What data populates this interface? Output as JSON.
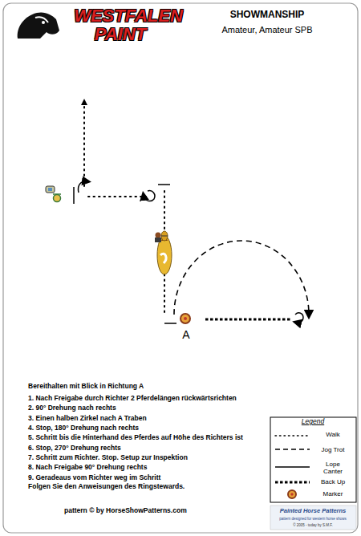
{
  "diagram": {
    "title": "SHOWMANSHIP",
    "labels": [
      "WESTFALEN",
      "PAINT",
      "Amateur, Amateur SPB",
      "A",
      "Bereithalten mit Blick in Richtung A",
      "1. Nach Freigabe durch Richter 2 Pferdelängen rückwärtsrichten",
      "2. 90° Drehung nach rechts",
      "3. Einen halben Zirkel nach A Traben",
      "4. Stop, 180° Drehung nach rechts",
      "5. Schritt bis die Hinterhand des Pferdes auf Höhe des Richters ist",
      "6. Stop, 270° Drehung rechts",
      "7. Schritt zum Richter. Stop. Setup zur Inspektion",
      "8. Nach Freigabe 90° Drehung rechts",
      "9. Geradeaus vom Richter weg im Schritt",
      "Folgen Sie den Anweisungen des Ringstewards.",
      "pattern © by HorseShowPatterns.com",
      "Legend",
      "Painted Horse Patterns",
      "pattern designed for western horse shows",
      "© 2005 - today by S.M.F."
    ],
    "legend": [
      {
        "text": "Walk"
      },
      {
        "text": "Jog Trot"
      },
      {
        "text": "Lope Canter"
      },
      {
        "text": "Back Up"
      },
      {
        "text": "Marker"
      }
    ]
  }
}
